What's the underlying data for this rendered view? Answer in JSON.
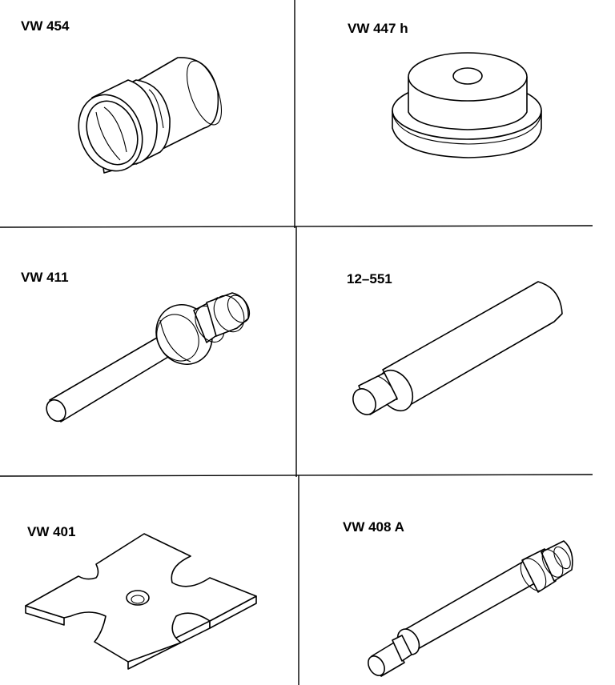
{
  "tools": [
    {
      "id": "VW 454"
    },
    {
      "id": "VW 447 h"
    },
    {
      "id": "VW 411"
    },
    {
      "id": "12–551"
    },
    {
      "id": "VW 401"
    },
    {
      "id": "VW 408 A"
    }
  ]
}
